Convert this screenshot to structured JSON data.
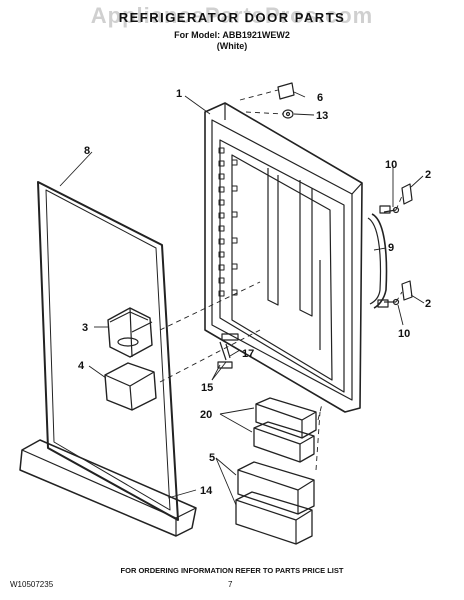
{
  "header": {
    "watermark": "AppliancePartsPros.com",
    "title": "REFRIGERATOR DOOR PARTS",
    "model_line": "For Model: ABB1921WEW2",
    "color_line": "(White)"
  },
  "callouts": [
    "1",
    "2",
    "2",
    "3",
    "4",
    "5",
    "6",
    "8",
    "9",
    "10",
    "10",
    "13",
    "14",
    "15",
    "17",
    "20"
  ],
  "footer": {
    "note": "FOR ORDERING INFORMATION REFER TO PARTS PRICE LIST",
    "doc_id": "W10507235",
    "page": "7"
  }
}
